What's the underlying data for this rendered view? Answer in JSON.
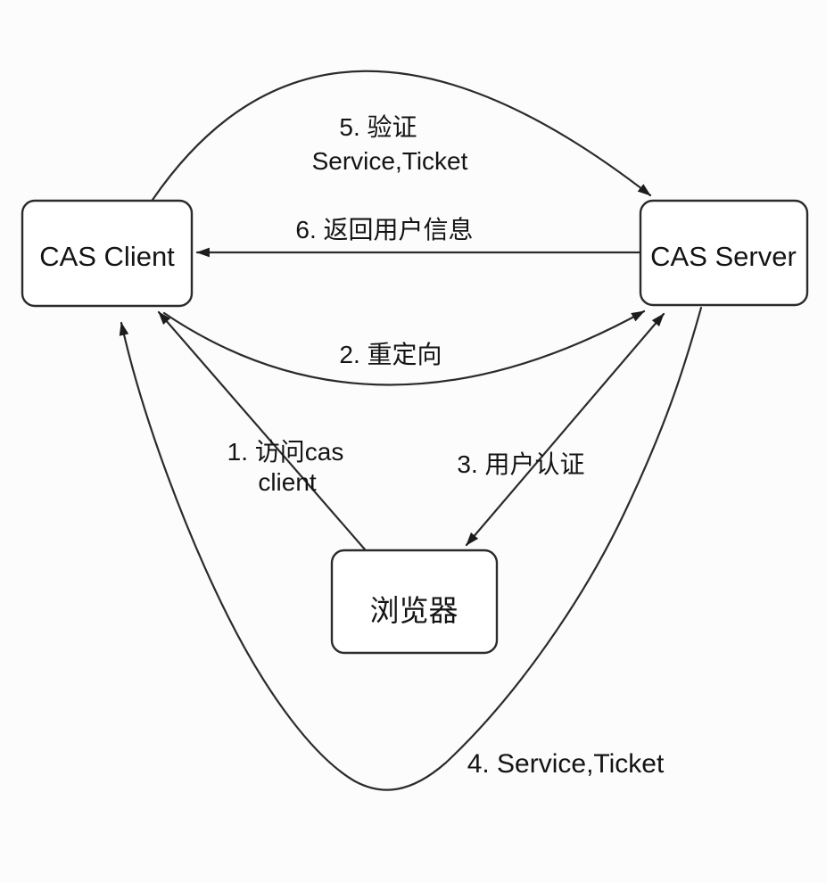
{
  "diagram": {
    "nodes": {
      "client": "CAS Client",
      "server": "CAS Server",
      "browser": "浏览器"
    },
    "steps": {
      "s1_line1": "1. 访问cas",
      "s1_line2": "client",
      "s2": "2. 重定向",
      "s3": "3. 用户认证",
      "s4": "4. Service,Ticket",
      "s5_line1": "5. 验证",
      "s5_line2": "Service,Ticket",
      "s6": "6. 返回用户信息"
    },
    "colors": {
      "line": "#2b2b2b",
      "text": "#141414",
      "background": "#fcfcfc",
      "node_fill": "#ffffff"
    }
  }
}
